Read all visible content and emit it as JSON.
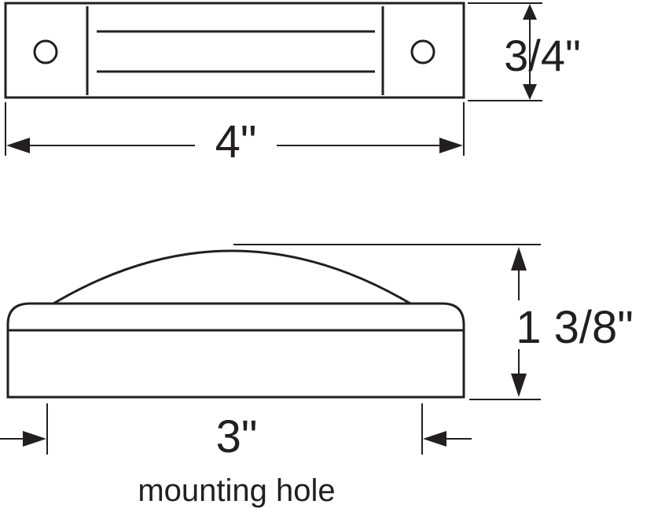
{
  "dimensions": {
    "height_top": "3/4\"",
    "length_top": "4\"",
    "height_side": "1 3/8\"",
    "mount_spacing": "3\"",
    "mount_caption": "mounting hole"
  },
  "colors": {
    "ink": "#231f20",
    "background": "#ffffff"
  }
}
